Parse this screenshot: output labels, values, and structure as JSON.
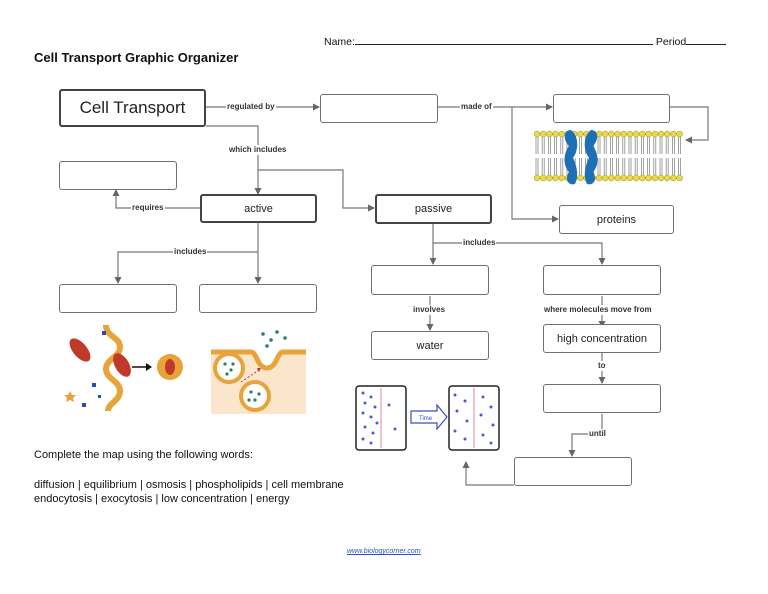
{
  "header": {
    "name_label": "Name:",
    "period_label": "Period",
    "title": "Cell Transport Graphic Organizer"
  },
  "nodes": {
    "cell_transport": "Cell Transport",
    "regulated_box": "",
    "made_of_box": "",
    "proteins": "proteins",
    "requires_box": "",
    "active": "active",
    "passive": "passive",
    "active_left": "",
    "active_right": "",
    "passive_left": "",
    "passive_right": "",
    "water": "water",
    "high_concentration": "high concentration",
    "to_box": "",
    "until_box": ""
  },
  "links": {
    "regulated_by": "regulated by",
    "made_of": "made of",
    "which_includes": "which includes",
    "requires": "requires",
    "includes_active": "includes",
    "includes_passive": "includes",
    "involves": "involves",
    "where_molecules": "where molecules move from",
    "to": "to",
    "until": "until"
  },
  "illustrations": {
    "time_arrow": "Time"
  },
  "word_bank": {
    "instruction": "Complete the map using the following words:",
    "line1": "diffusion | equilibrium | osmosis | phospholipids | cell membrane",
    "line2": "endocytosis | exocytosis | low concentration  |  energy"
  },
  "footer": {
    "link": "www.biologycorner.com"
  },
  "colors": {
    "box_border": "#707070",
    "protein": "#1f6fb5",
    "lipid_head": "#e8d84a",
    "cell_red": "#c0392b",
    "membrane_tan": "#e8a33a",
    "dot_blue": "#4a5ad0"
  }
}
